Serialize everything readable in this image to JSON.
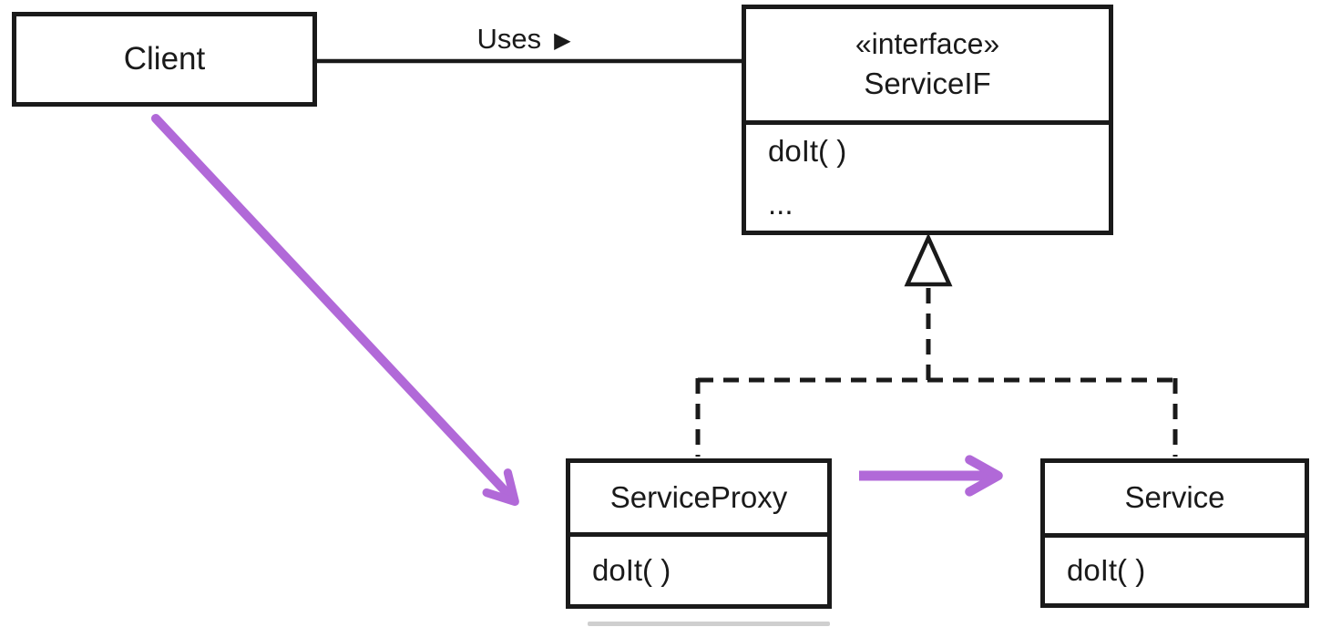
{
  "colors": {
    "ink": "#1a1a1a",
    "accent": "#b169d8"
  },
  "uses": {
    "label": "Uses",
    "direction_arrow": "▶"
  },
  "classes": {
    "client": {
      "name": "Client"
    },
    "service_if": {
      "stereotype": "«interface»",
      "name": "ServiceIF",
      "methods": [
        "doIt( )",
        "..."
      ]
    },
    "service_proxy": {
      "name": "ServiceProxy",
      "methods": [
        "doIt( )"
      ]
    },
    "service": {
      "name": "Service",
      "methods": [
        "doIt( )"
      ]
    }
  }
}
